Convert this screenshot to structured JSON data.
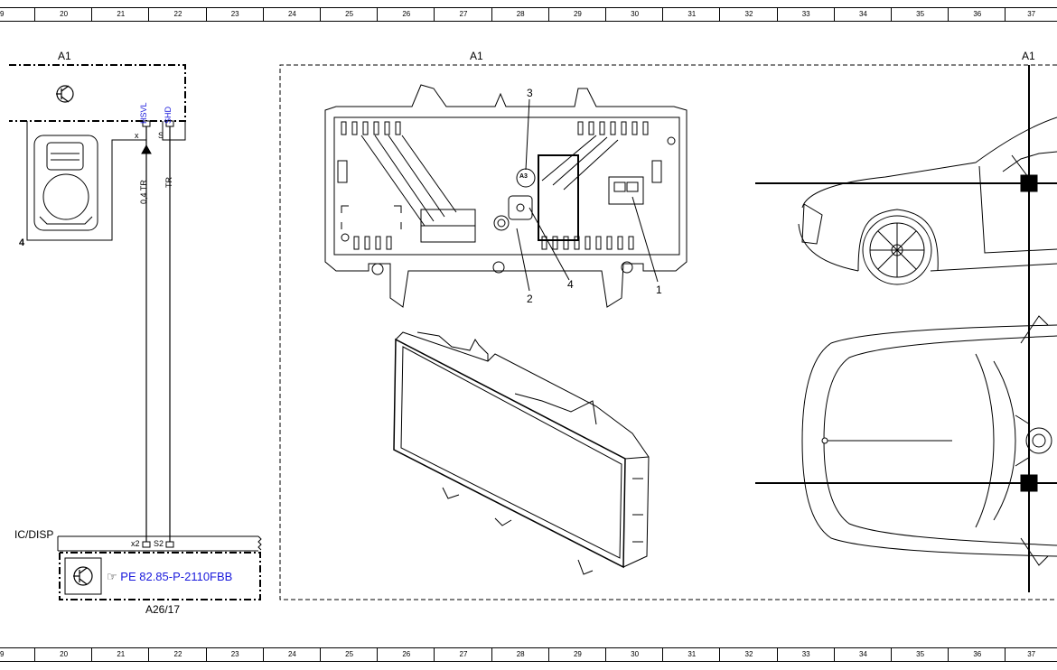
{
  "ruler": [
    "9",
    "20",
    "21",
    "22",
    "23",
    "24",
    "25",
    "26",
    "27",
    "28",
    "29",
    "30",
    "31",
    "32",
    "33",
    "34",
    "35",
    "36",
    "37"
  ],
  "left_module": {
    "name": "A1",
    "pins": [
      {
        "id": "x",
        "signal": "HSVL",
        "wire": "0,4 TR"
      },
      {
        "id": "S",
        "signal": "SHD",
        "wire": "TR"
      }
    ],
    "connector_label": "4"
  },
  "bottom_module": {
    "bus_label": "IC/DISP",
    "pins": [
      "x2",
      "S2"
    ],
    "ref_text": "PE 82.85-P-2110FBB",
    "name": "A26/17",
    "link_color": "#1a1adc"
  },
  "location_view": {
    "frame_label": "A1",
    "callouts": [
      "3",
      "2",
      "4",
      "1"
    ],
    "component_label": "A3",
    "right_label": "A1"
  }
}
